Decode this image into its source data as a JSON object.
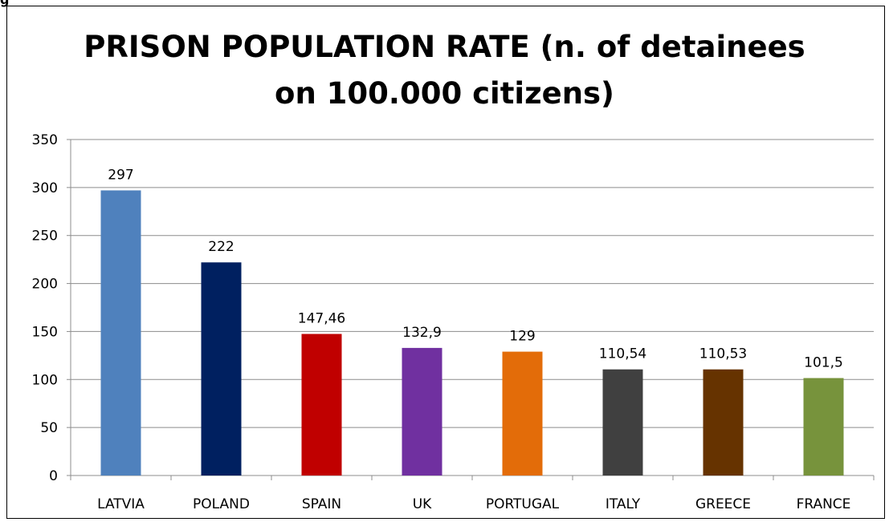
{
  "corner_fragment": "g",
  "chart_data": {
    "type": "bar",
    "title": "PRISON POPULATION RATE (n. of detainees\non 100.000 citizens)",
    "categories": [
      "LATVIA",
      "POLAND",
      "SPAIN",
      "UK",
      "PORTUGAL",
      "ITALY",
      "GREECE",
      "FRANCE"
    ],
    "values": [
      297,
      222,
      147.46,
      132.9,
      129,
      110.54,
      110.53,
      101.5
    ],
    "data_labels": [
      "297",
      "222",
      "147,46",
      "132,9",
      "129",
      "110,54",
      "110,53",
      "101,5"
    ],
    "colors": [
      "#4f81bd",
      "#002060",
      "#c00000",
      "#7030a0",
      "#e36c09",
      "#404040",
      "#663300",
      "#77933c"
    ],
    "ylim": [
      0,
      350
    ],
    "yticks": [
      0,
      50,
      100,
      150,
      200,
      250,
      300,
      350
    ],
    "grid": true,
    "legend": "none"
  }
}
